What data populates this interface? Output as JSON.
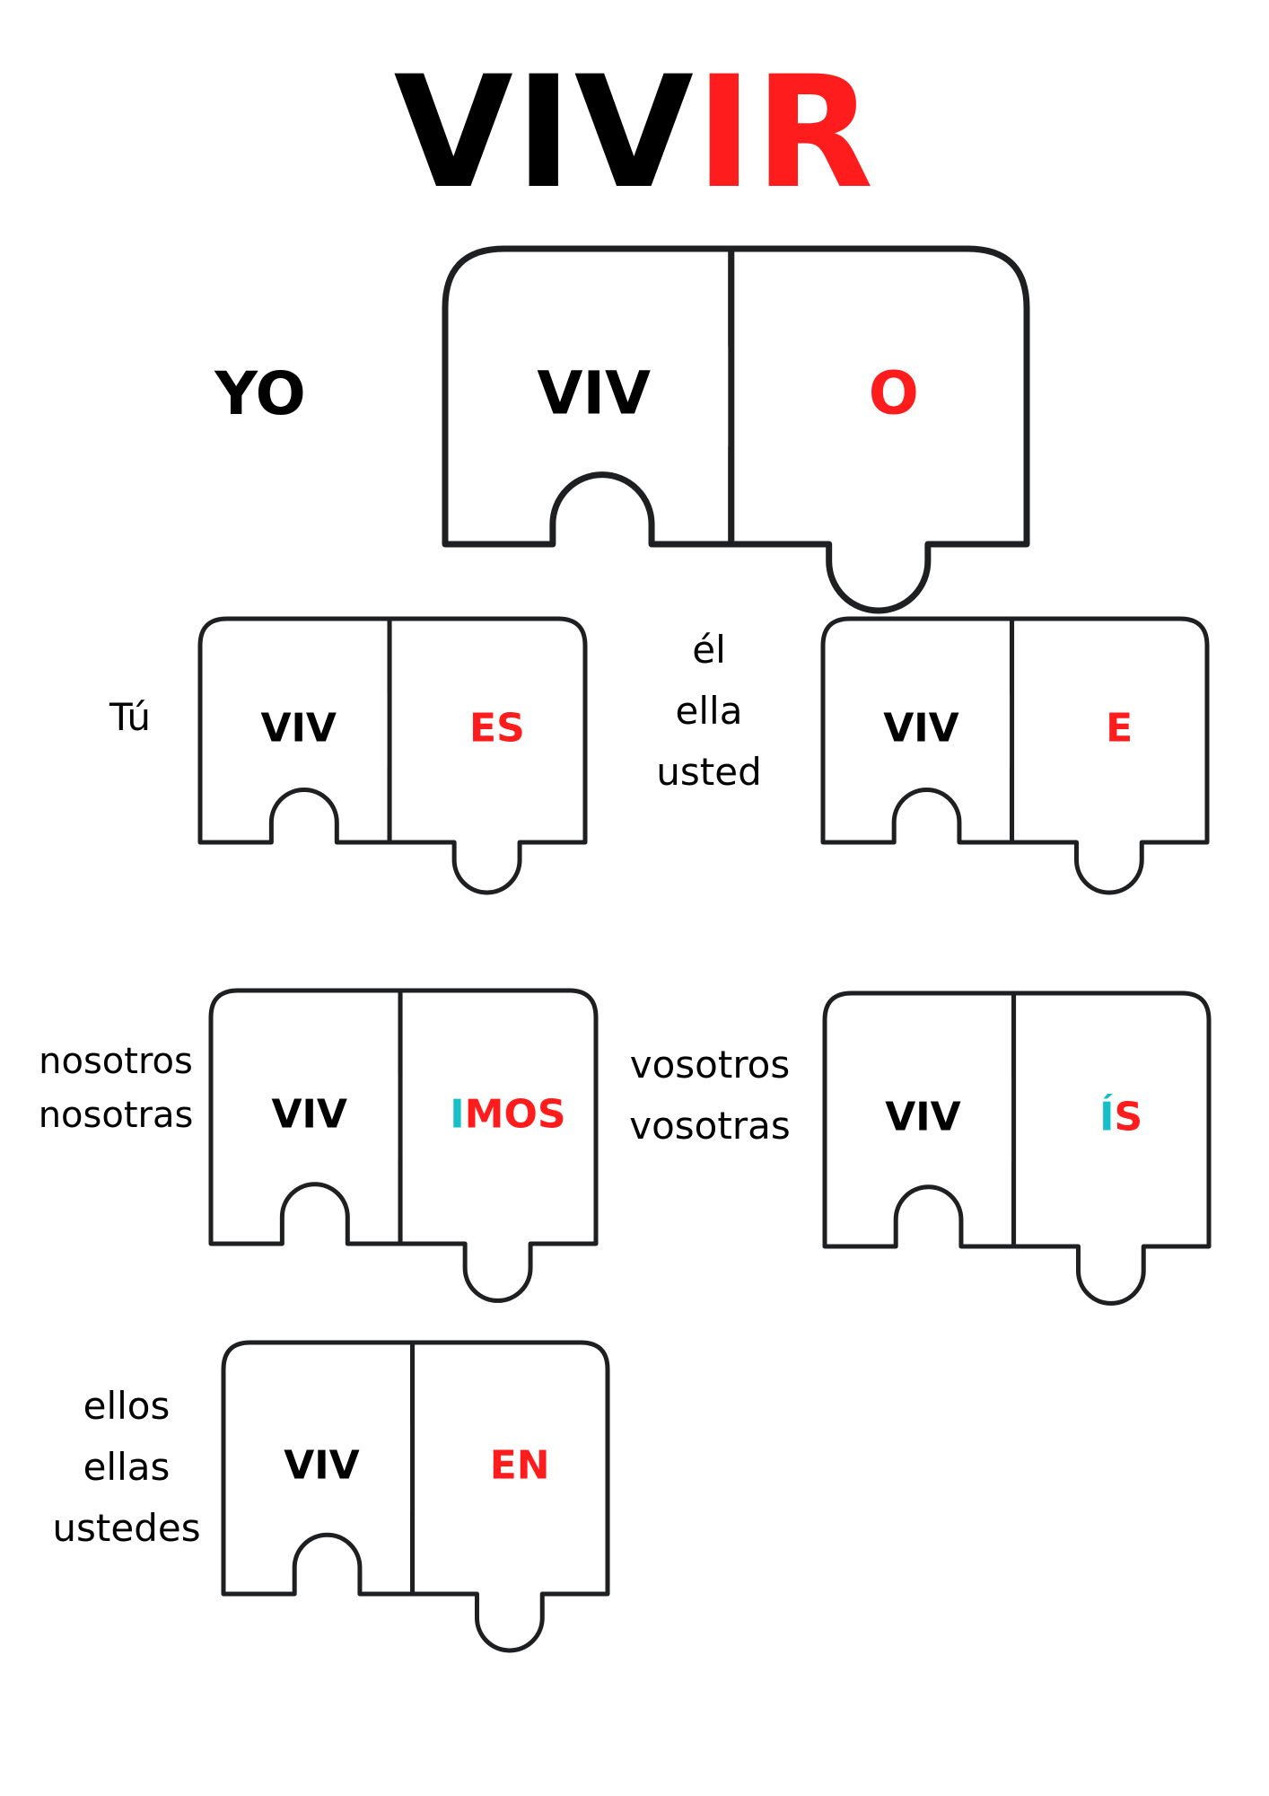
{
  "title": {
    "stem": "VIV",
    "ending": "IR"
  },
  "colors": {
    "stem": "#000000",
    "ending": "#ff1c1c",
    "highlight": "#17bfc9",
    "outline": "#1e1f21"
  },
  "conjugations": [
    {
      "id": "yo",
      "pronouns": [
        "YO"
      ],
      "stem": "VIV",
      "ending_parts": [
        {
          "text": "O",
          "color": "red"
        }
      ]
    },
    {
      "id": "tu",
      "pronouns": [
        "Tú"
      ],
      "stem": "VIV",
      "ending_parts": [
        {
          "text": "ES",
          "color": "red"
        }
      ]
    },
    {
      "id": "el",
      "pronouns": [
        "él",
        "ella",
        "usted"
      ],
      "stem": "VIV",
      "ending_parts": [
        {
          "text": "E",
          "color": "red"
        }
      ]
    },
    {
      "id": "nosotros",
      "pronouns": [
        "nosotros",
        "nosotras"
      ],
      "stem": "VIV",
      "ending_parts": [
        {
          "text": "I",
          "color": "teal"
        },
        {
          "text": "MOS",
          "color": "red"
        }
      ]
    },
    {
      "id": "vosotros",
      "pronouns": [
        "vosotros",
        "vosotras"
      ],
      "stem": "VIV",
      "ending_parts": [
        {
          "text": "Í",
          "color": "teal"
        },
        {
          "text": "S",
          "color": "red"
        }
      ]
    },
    {
      "id": "ellos",
      "pronouns": [
        "ellos",
        "ellas",
        "ustedes"
      ],
      "stem": "VIV",
      "ending_parts": [
        {
          "text": "EN",
          "color": "red"
        }
      ]
    }
  ]
}
